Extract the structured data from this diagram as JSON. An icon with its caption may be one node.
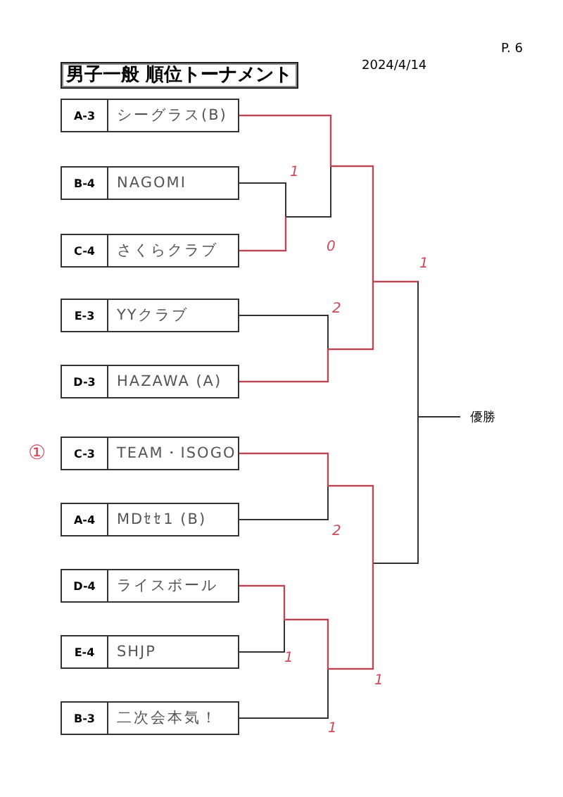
{
  "diagram": {
    "title": "男子一般 順位トーナメント",
    "nodes": [
      {
        "text": [
          "A-3",
          "シーグラス(B)"
        ]
      },
      {
        "text": [
          "B-4",
          "NAGOMI"
        ]
      },
      {
        "text": [
          "C-4",
          "さくらクラブ"
        ]
      },
      {
        "text": [
          "E-3",
          "YYクラブ"
        ]
      },
      {
        "text": [
          "D-3",
          "HAZAWA (A)"
        ]
      },
      {
        "text": [
          "C-3",
          "TEAM・ISOGO"
        ]
      },
      {
        "text": [
          "A-4",
          "MDｾｾ1 (B)"
        ]
      },
      {
        "text": [
          "D-4",
          "ライスボール"
        ]
      },
      {
        "text": [
          "E-4",
          "SHJP"
        ]
      },
      {
        "text": [
          "B-3",
          "二次会本気！"
        ]
      },
      {
        "text": [
          "優勝"
        ]
      }
    ],
    "edges": [
      {
        "from": 0,
        "to": 10,
        "arrow": "none"
      },
      {
        "from": 1,
        "to": 10,
        "arrow": "none"
      },
      {
        "from": 2,
        "to": 10,
        "arrow": "none"
      },
      {
        "from": 3,
        "to": 10,
        "arrow": "none"
      },
      {
        "from": 4,
        "to": 10,
        "arrow": "none"
      },
      {
        "from": 5,
        "to": 10,
        "arrow": "none"
      },
      {
        "from": 6,
        "to": 10,
        "arrow": "none"
      },
      {
        "from": 7,
        "to": 10,
        "arrow": "none"
      },
      {
        "from": 8,
        "to": 10,
        "arrow": "none"
      },
      {
        "from": 9,
        "to": 10,
        "arrow": "none"
      }
    ],
    "labels": [
      "P. 6",
      "2024/4/14",
      "1",
      "0",
      "1",
      "2",
      "①",
      "2",
      "1",
      "1",
      "1"
    ]
  }
}
